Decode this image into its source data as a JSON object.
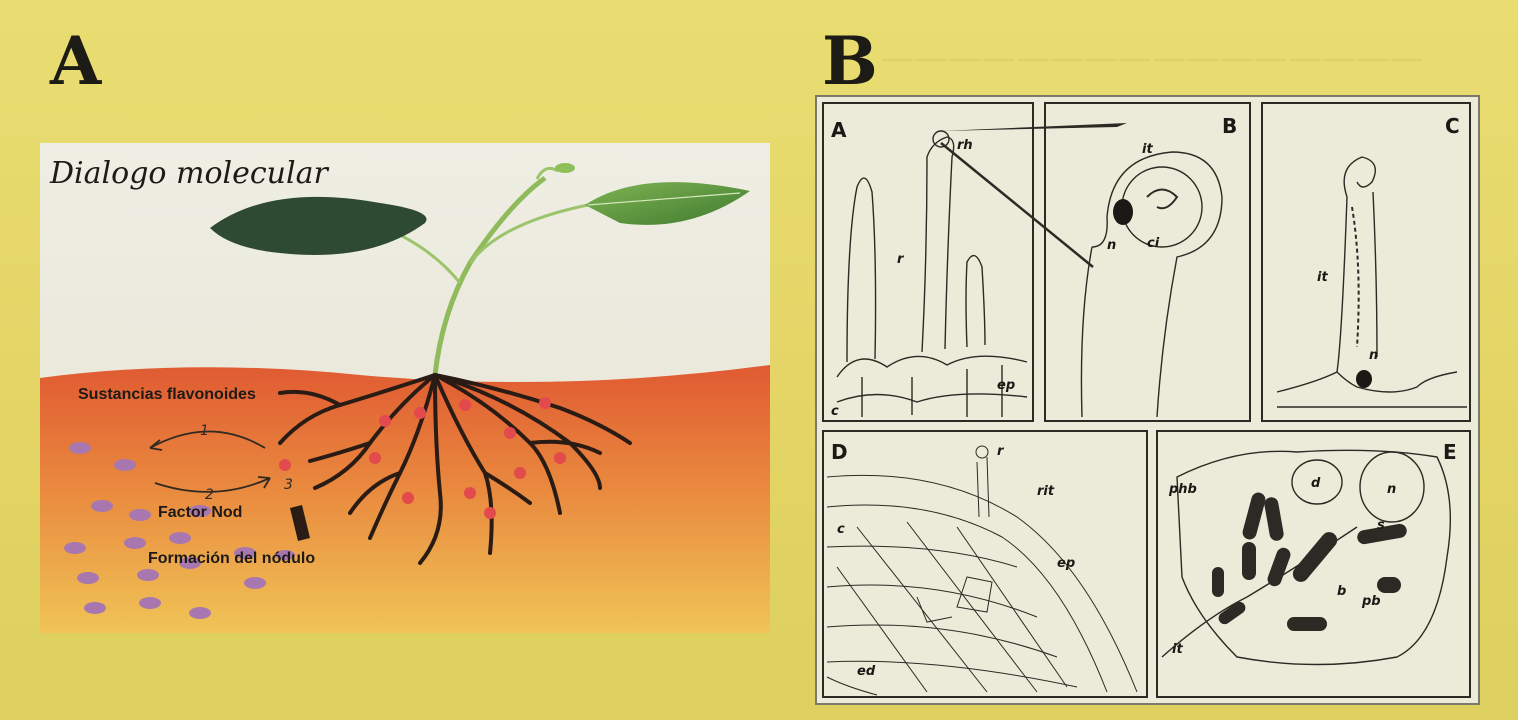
{
  "figure": {
    "panel_a": {
      "letter": "A",
      "title": "Dialogo molecular",
      "labels": {
        "flavonoids": "Sustancias flavonoides",
        "nod_factor": "Factor Nod",
        "nodule": "Formación del nódulo"
      },
      "steps": [
        "1",
        "2",
        "3"
      ]
    },
    "panel_b": {
      "letter": "B",
      "subpanels": [
        {
          "letter": "A",
          "labels": [
            "rh",
            "r",
            "ep",
            "c"
          ]
        },
        {
          "letter": "B",
          "labels": [
            "it",
            "n",
            "ci"
          ]
        },
        {
          "letter": "C",
          "labels": [
            "it",
            "n"
          ]
        },
        {
          "letter": "D",
          "labels": [
            "r",
            "rit",
            "c",
            "ep",
            "ed"
          ]
        },
        {
          "letter": "E",
          "labels": [
            "phb",
            "d",
            "n",
            "s",
            "b",
            "pb",
            "it"
          ]
        }
      ]
    }
  }
}
